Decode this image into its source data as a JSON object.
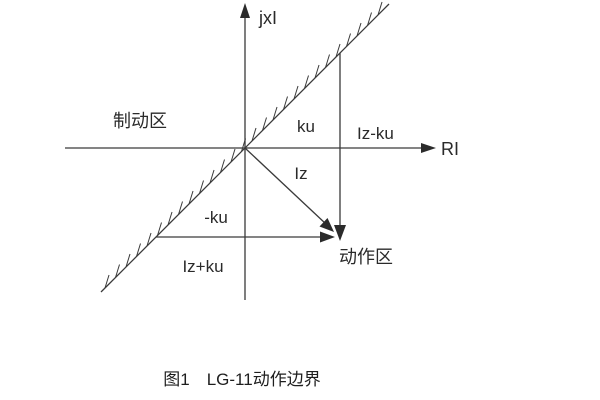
{
  "diagram": {
    "y_axis_label": "jxI",
    "x_axis_label": "RI",
    "region_left": "制动区",
    "region_right": "动作区",
    "seg_ku": "ku",
    "seg_iz_minus_ku": "Iz-ku",
    "vector_iz": "Iz",
    "seg_neg_ku": "-ku",
    "seg_iz_plus_ku": "Iz+ku",
    "caption": "图1　LG-11动作边界"
  }
}
